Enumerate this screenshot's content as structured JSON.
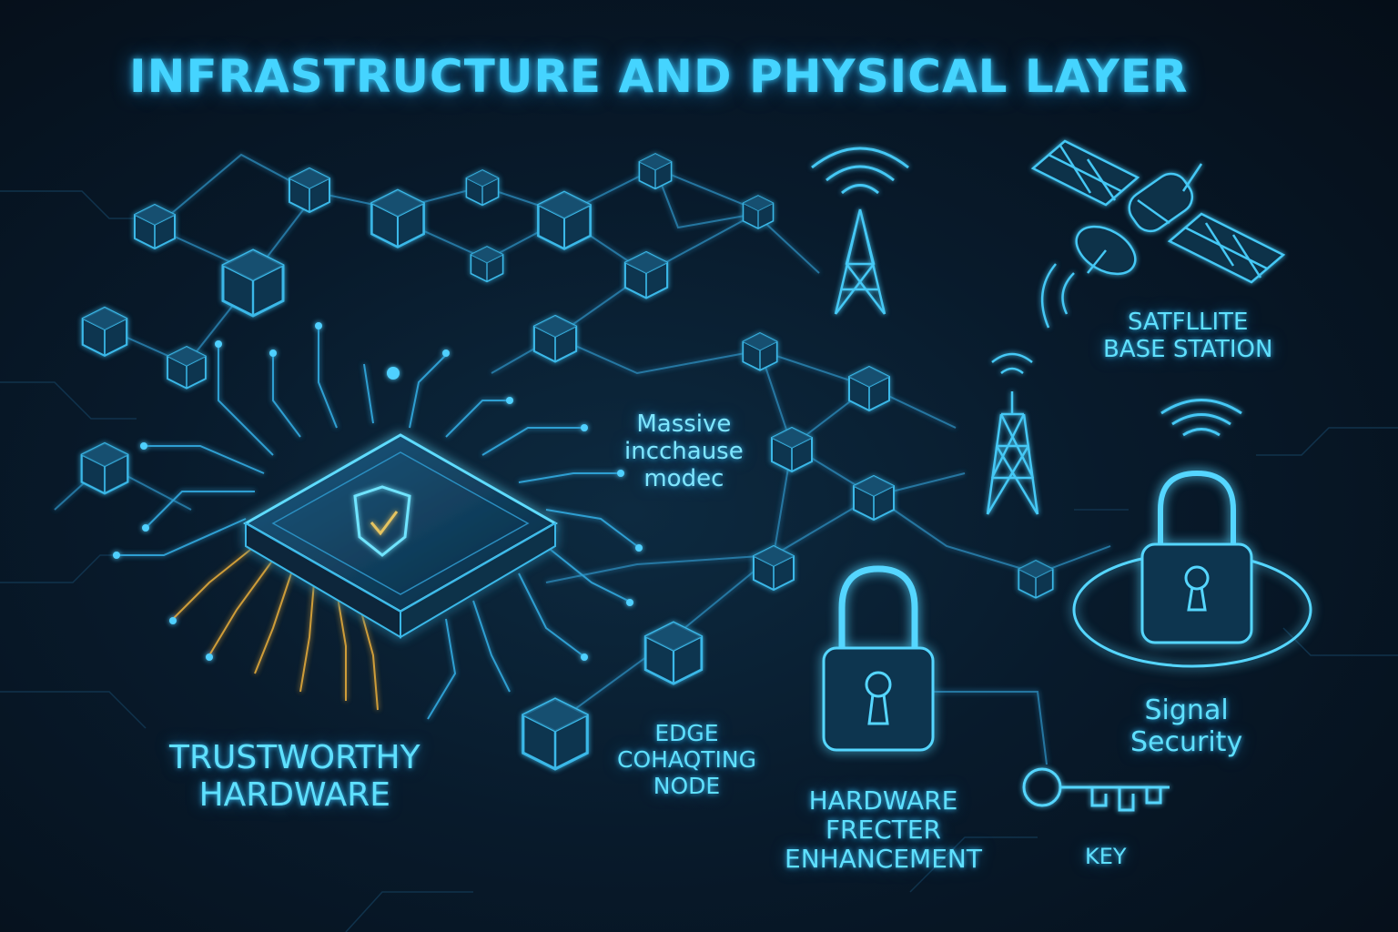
{
  "title": "INFRASTRUCTURE AND PHYSICAL LAYER",
  "labels": {
    "trustworthy_hardware": [
      "TRUSTWORTHY",
      "HARDWARE"
    ],
    "massive_mimo": [
      "Massive",
      "incchause",
      "modec"
    ],
    "edge_node": [
      "EDGE",
      "COHAQTING",
      "NODE"
    ],
    "hardware_enhancement": [
      "HARDWARE",
      "FRECTER",
      "ENHANCEMENT"
    ],
    "key": "KEY",
    "satellite_base_station": [
      "SATFLLITE",
      "BASE STATION"
    ],
    "signal_security": [
      "Signal",
      "Security"
    ]
  },
  "icons": [
    "secure-chip-icon",
    "shield-check-icon",
    "cell-tower-icon",
    "satellite-icon",
    "padlock-icon",
    "key-icon",
    "cube-node-icon",
    "wireless-signal-icon"
  ],
  "colors": {
    "background": "#071421",
    "accent": "#45d4ff",
    "node_fill": "#0e3550",
    "node_stroke": "#3ab8e8",
    "trace_glow": "#e0a83a"
  }
}
